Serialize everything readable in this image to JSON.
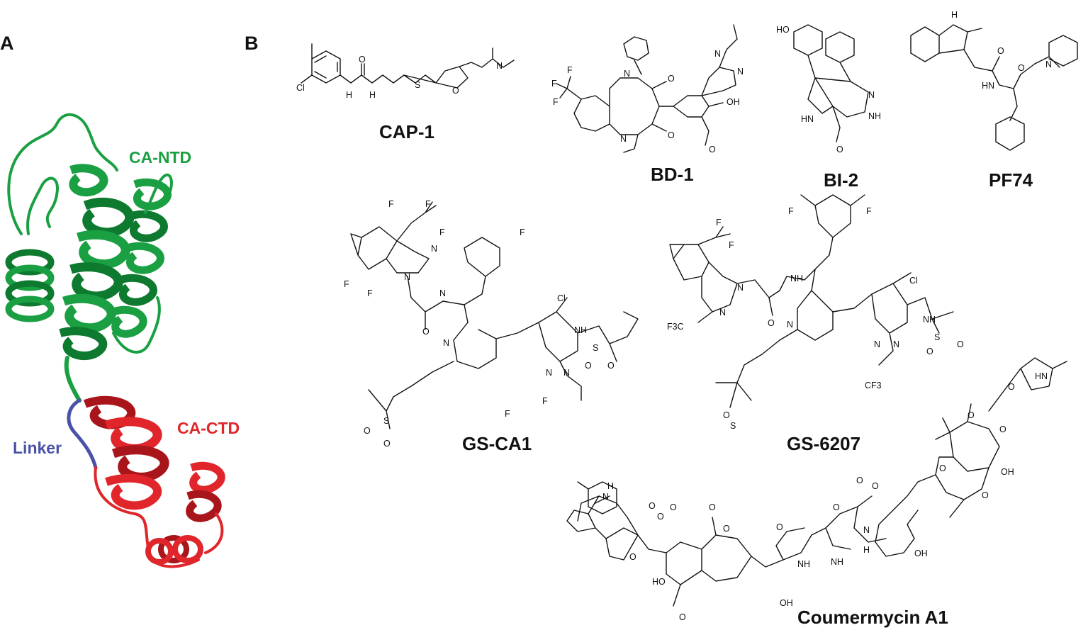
{
  "panels": {
    "a": "A",
    "b": "B"
  },
  "domain_labels": {
    "ntd": "CA-NTD",
    "ctd": "CA-CTD",
    "linker": "Linker"
  },
  "colors": {
    "ntd": "#1aa043",
    "ntd_dark": "#0d7a2f",
    "ctd": "#e0262b",
    "ctd_dark": "#a8151a",
    "linker": "#4a52a8",
    "ink": "#111111"
  },
  "compounds": {
    "cap1": "CAP-1",
    "bd1": "BD-1",
    "bi2": "BI-2",
    "pf74": "PF74",
    "gsca1": "GS-CA1",
    "gs6207": "GS-6207",
    "coumermycin": "Coumermycin A1"
  },
  "atoms": {
    "N": "N",
    "NH": "NH",
    "HN": "HN",
    "H": "H",
    "O": "O",
    "S": "S",
    "F": "F",
    "Cl": "Cl",
    "OH": "OH",
    "HO": "HO",
    "CF3": "CF3",
    "F3C": "F3C"
  }
}
